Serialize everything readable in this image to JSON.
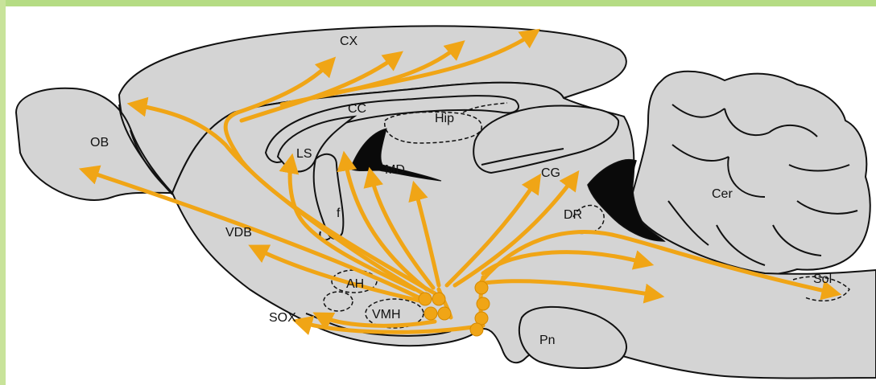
{
  "labels": {
    "cx": "CX",
    "cc": "CC",
    "hip": "Hip",
    "ob": "OB",
    "ls": "LS",
    "md": "MD",
    "cg": "CG",
    "cer": "Cer",
    "dr": "DR",
    "vdb": "VDB",
    "f": "f",
    "ah": "AH",
    "sox": "SOX",
    "vmh": "VMH",
    "sol": "Sol",
    "pn": "Pn"
  },
  "colors": {
    "brain_fill": "#d4d4d4",
    "outline": "#111111",
    "projection": "#f0a516",
    "frame_green": "#b5dc84"
  }
}
